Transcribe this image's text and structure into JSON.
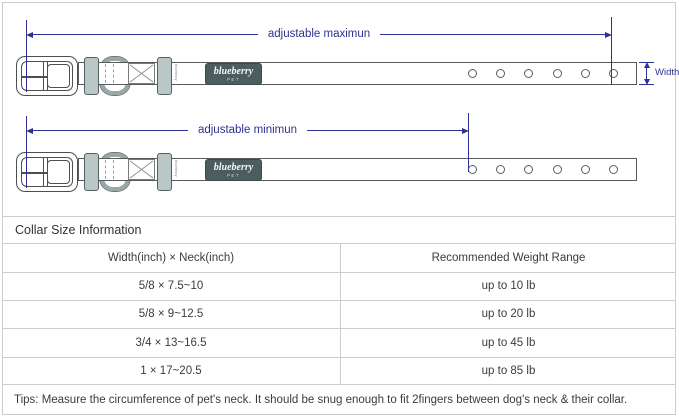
{
  "diagram": {
    "adjustable_max_label": "adjustable maximun",
    "adjustable_min_label": "adjustable minimun",
    "width_label": "Width",
    "logo_script": "blueberry",
    "logo_sub": "PET",
    "woven_text": "blueberry",
    "hole_count": 6,
    "arrow_color": "#2e3192"
  },
  "size_table": {
    "title": "Collar Size Information",
    "col1_header": "Width(inch) × Neck(inch)",
    "col2_header": "Recommended Weight Range",
    "rows": [
      {
        "size": "5/8 × 7.5~10",
        "weight": "up to 10 lb"
      },
      {
        "size": "5/8 × 9~12.5",
        "weight": "up to 20 lb"
      },
      {
        "size": "3/4 × 13~16.5",
        "weight": "up to 45 lb"
      },
      {
        "size": "1 × 17~20.5",
        "weight": "up to 85 lb"
      }
    ],
    "tips": "Tips: Measure the circumference of pet's neck. It should be snug enough to fit 2fingers between dog's neck & their collar."
  }
}
